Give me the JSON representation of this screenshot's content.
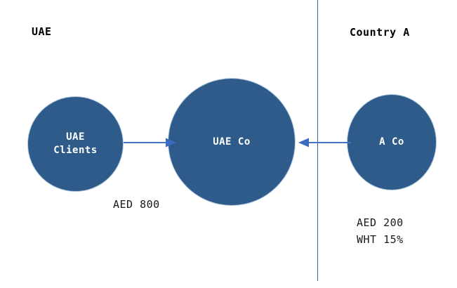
{
  "diagram": {
    "title_regions": {
      "left": "UAE",
      "right": "Country A"
    },
    "colors": {
      "node_fill": "#2E5B8A",
      "node_text": "#FFFFFF",
      "arrow": "#4472C4",
      "divider": "#31659C",
      "background": "#FFFFFF",
      "caption_text": "#1A1A1A"
    },
    "nodes": [
      {
        "id": "uae-clients",
        "label": "UAE\nClients",
        "region": "UAE"
      },
      {
        "id": "uae-co",
        "label": "UAE Co",
        "region": "UAE"
      },
      {
        "id": "a-co",
        "label": "A Co",
        "region": "Country A"
      }
    ],
    "flows": [
      {
        "id": "clients-to-uaeco",
        "from": "uae-clients",
        "to": "uae-co",
        "direction": "right",
        "caption_lines": [
          "AED 800"
        ]
      },
      {
        "id": "aco-to-uaeco",
        "from": "a-co",
        "to": "uae-co",
        "direction": "left",
        "caption_lines": [
          "AED 200",
          "WHT 15%"
        ]
      }
    ],
    "captions": {
      "aed_800": "AED 800",
      "aed_200": "AED 200",
      "wht_15": "WHT 15%"
    },
    "divider": {
      "name": "country-border-line",
      "orientation": "vertical"
    }
  }
}
